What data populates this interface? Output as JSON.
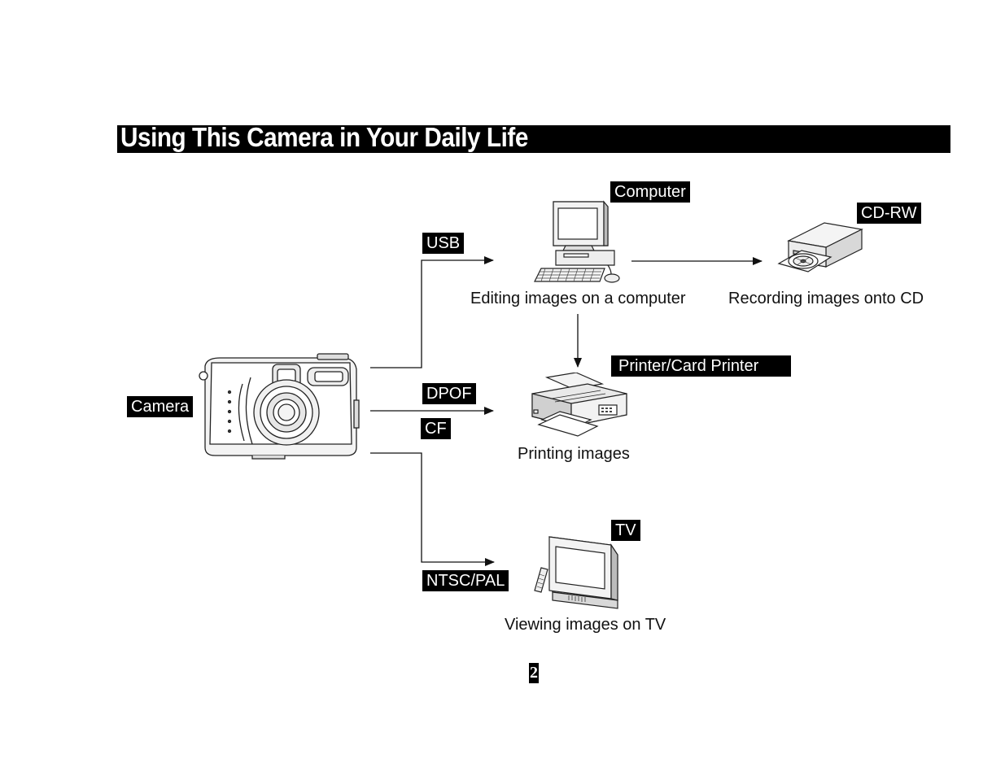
{
  "title": "Using This Camera in Your Daily Life",
  "tags": {
    "camera": "Camera",
    "usb": "USB",
    "dpof": "DPOF",
    "cf": "CF",
    "ntsc_pal": "NTSC/PAL",
    "computer": "Computer",
    "cdrw": "CD-RW",
    "printer": "Printer/Card Printer",
    "tv": "TV"
  },
  "captions": {
    "computer": "Editing images on a computer",
    "cd": "Recording images onto CD",
    "printer": "Printing images",
    "tv": "Viewing images on TV"
  },
  "page_number": "2"
}
